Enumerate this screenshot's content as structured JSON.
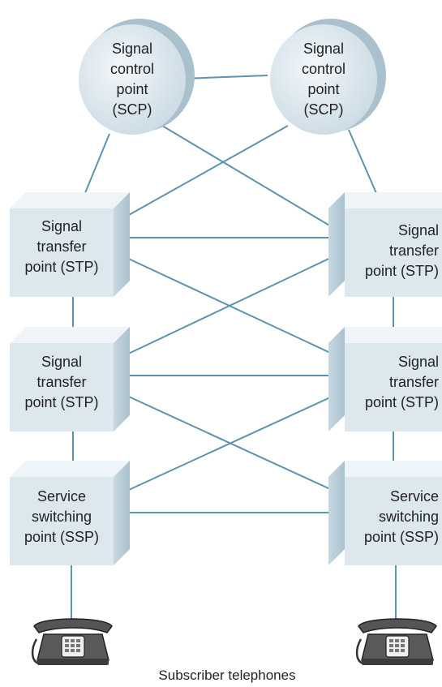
{
  "scp_left": {
    "line1": "Signal",
    "line2": "control",
    "line3": "point",
    "line4": "(SCP)"
  },
  "scp_right": {
    "line1": "Signal",
    "line2": "control",
    "line3": "point",
    "line4": "(SCP)"
  },
  "stp_top_left": {
    "line1": "Signal",
    "line2": "transfer",
    "line3": "point (STP)"
  },
  "stp_top_right": {
    "line1": "Signal",
    "line2": "transfer",
    "line3": "point (STP)"
  },
  "stp_mid_left": {
    "line1": "Signal",
    "line2": "transfer",
    "line3": "point (STP)"
  },
  "stp_mid_right": {
    "line1": "Signal",
    "line2": "transfer",
    "line3": "point (STP)"
  },
  "ssp_left": {
    "line1": "Service",
    "line2": "switching",
    "line3": "point (SSP)"
  },
  "ssp_right": {
    "line1": "Service",
    "line2": "switching",
    "line3": "point (SSP)"
  },
  "caption": "Subscriber telephones",
  "colors": {
    "link": "#5e93ad",
    "node_face": "#dde8ee",
    "node_side": "#b9cdd8",
    "node_top": "#eef4f7",
    "phone": "#555555"
  }
}
